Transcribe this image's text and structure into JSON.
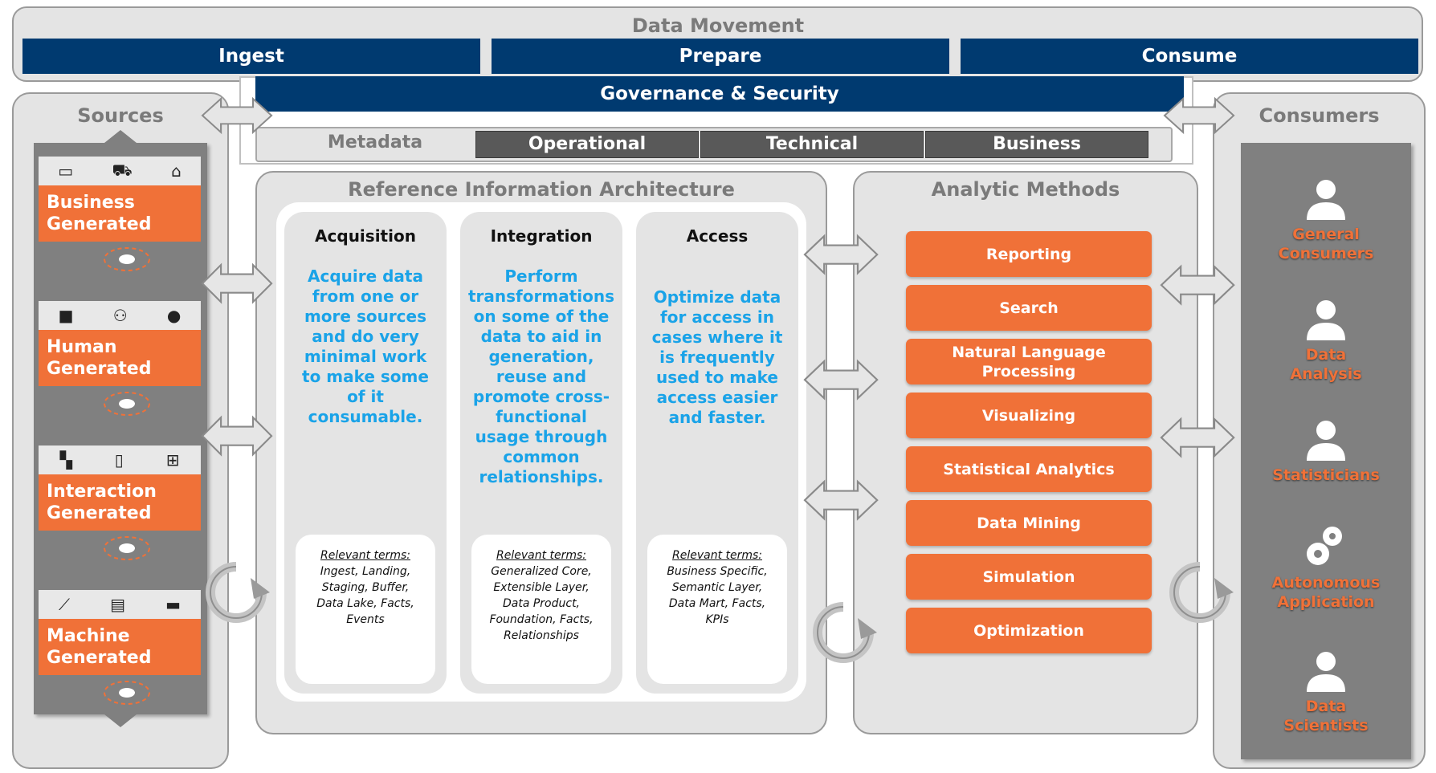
{
  "data_movement": {
    "title": "Data Movement",
    "stages": [
      "Ingest",
      "Prepare",
      "Consume"
    ]
  },
  "governance": {
    "label": "Governance & Security"
  },
  "metadata": {
    "label": "Metadata",
    "types": [
      "Operational",
      "Technical",
      "Business"
    ]
  },
  "sources": {
    "title": "Sources",
    "cards": [
      {
        "line1": "Business",
        "line2": "Generated",
        "icons": [
          "monitor-icon",
          "cart-icon",
          "factory-icon"
        ]
      },
      {
        "line1": "Human",
        "line2": "Generated",
        "icons": [
          "chat-icon",
          "group-icon",
          "person-icon"
        ]
      },
      {
        "line1": "Interaction",
        "line2": "Generated",
        "icons": [
          "pointer-icon",
          "phone-icon",
          "workflow-icon"
        ]
      },
      {
        "line1": "Machine",
        "line2": "Generated",
        "icons": [
          "tool-icon",
          "printer-icon",
          "vehicle-icon"
        ]
      }
    ]
  },
  "ria": {
    "title": "Reference Information Architecture",
    "columns": [
      {
        "heading": "Acquisition",
        "lines": [
          "Acquire data",
          "from one or",
          "more sources",
          "and do very",
          "minimal work",
          "to make some",
          "of it",
          "consumable."
        ],
        "terms_title": "Relevant terms:",
        "terms": [
          "Ingest, Landing,",
          "Staging, Buffer,",
          "Data Lake, Facts,",
          "Events"
        ]
      },
      {
        "heading": "Integration",
        "lines": [
          "Perform",
          "transformations",
          "on some of the",
          "data to aid in",
          "generation,",
          "reuse and",
          "promote cross-",
          "functional",
          "usage through",
          "common",
          "relationships."
        ],
        "terms_title": "Relevant terms:",
        "terms": [
          "Generalized Core,",
          "Extensible Layer,",
          "Data Product,",
          "Foundation, Facts,",
          "Relationships"
        ]
      },
      {
        "heading": "Access",
        "lines": [
          "Optimize data",
          "for access in",
          "cases where it",
          "is frequently",
          "used to make",
          "access easier",
          "and faster."
        ],
        "terms_title": "Relevant terms:",
        "terms": [
          "Business Specific,",
          "Semantic Layer,",
          "Data Mart, Facts,",
          "KPIs"
        ]
      }
    ]
  },
  "analytic": {
    "title": "Analytic Methods",
    "methods": [
      "Reporting",
      "Search",
      "Natural Language Processing",
      "Visualizing",
      "Statistical Analytics",
      "Data Mining",
      "Simulation",
      "Optimization"
    ]
  },
  "consumers": {
    "title": "Consumers",
    "items": [
      {
        "line1": "General",
        "line2": "Consumers",
        "icon": "user-icon"
      },
      {
        "line1": "Data",
        "line2": "Analysis",
        "icon": "user-icon"
      },
      {
        "line1": "Statisticians",
        "line2": "",
        "icon": "user-icon"
      },
      {
        "line1": "Autonomous",
        "line2": "Application",
        "icon": "gears-icon"
      },
      {
        "line1": "Data",
        "line2": "Scientists",
        "icon": "user-icon"
      }
    ]
  },
  "colors": {
    "navy": "#003a70",
    "orange": "#f07138",
    "blue_text": "#1aa3e8",
    "dark_gray": "#595959",
    "panel_gray": "#e4e4e4"
  }
}
